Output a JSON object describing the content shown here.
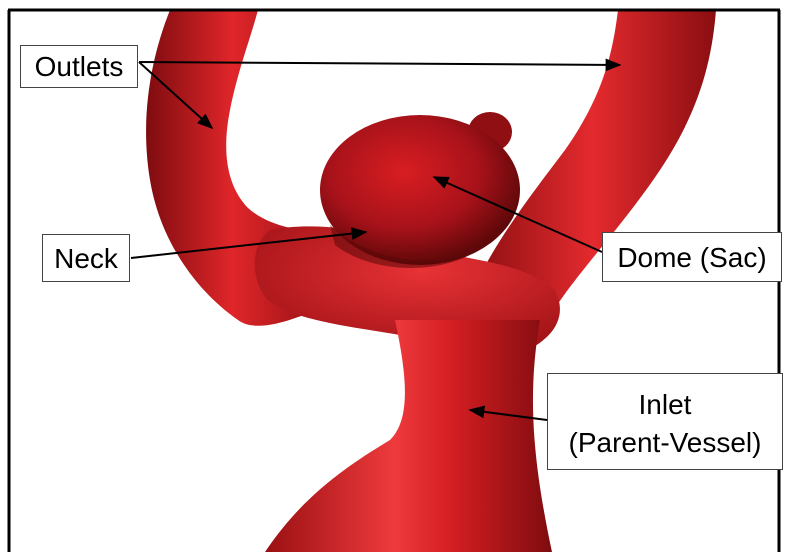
{
  "labels": {
    "outlets": "Outlets",
    "neck": "Neck",
    "dome": "Dome (Sac)",
    "inlet_line1": "Inlet",
    "inlet_line2": "(Parent-Vessel)"
  },
  "colors": {
    "background": "#ffffff",
    "frame": "#000000",
    "vessel_base": "#c4161a",
    "vessel_highlight": "#ef3a3a",
    "vessel_shadow": "#6a0a0c",
    "arrow": "#000000"
  }
}
